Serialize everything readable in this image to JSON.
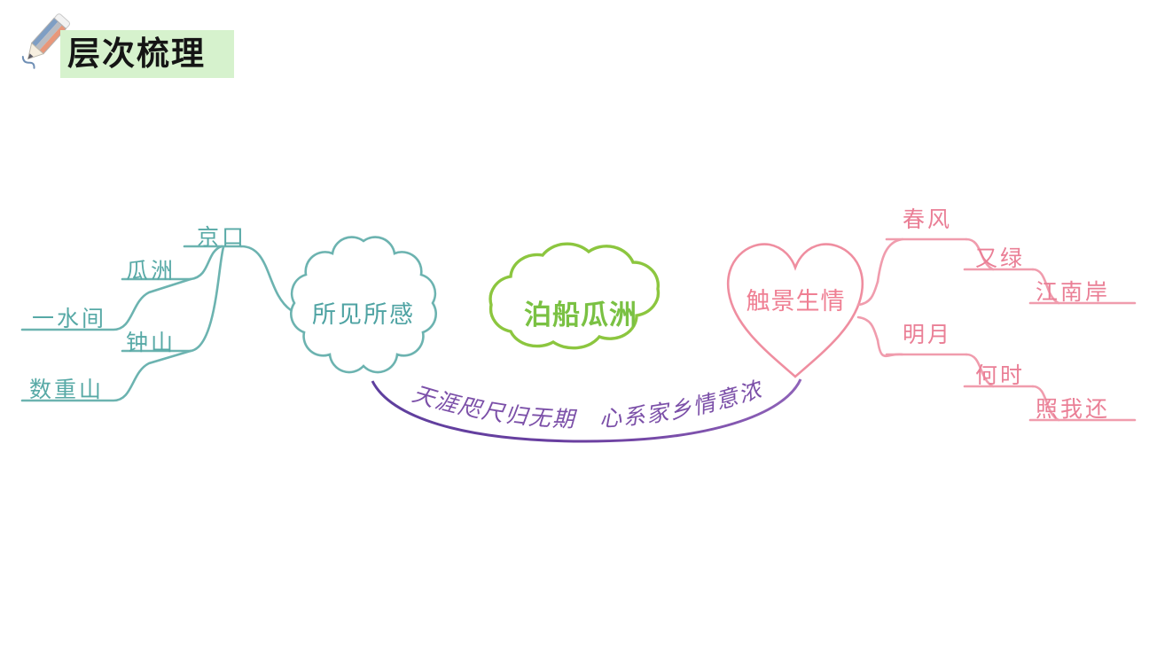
{
  "header": {
    "title": "层次梳理",
    "icon": "pencil-icon",
    "highlight_color": "#d6f2cd",
    "title_color": "#151515"
  },
  "colors": {
    "teal": "#57a9a6",
    "green": "#7ac143",
    "pink": "#ea7f96",
    "purple": "#7b4fa8",
    "background": "#ffffff"
  },
  "center": {
    "label": "泊船瓜洲",
    "shape": "cloud",
    "color": "#7ac143"
  },
  "left": {
    "cloud": {
      "label": "所见所感",
      "shape": "scalloped-cloud",
      "color": "#4fa3a3"
    },
    "branches": [
      {
        "label": "京口",
        "level": 1
      },
      {
        "label": "瓜洲",
        "level": 2
      },
      {
        "label": "一水间",
        "level": 3
      },
      {
        "label": "钟山",
        "level": 2
      },
      {
        "label": "数重山",
        "level": 3
      }
    ]
  },
  "right": {
    "heart": {
      "label": "触景生情",
      "shape": "heart",
      "color": "#ef7f93"
    },
    "branches": [
      {
        "label": "春风",
        "level": 1
      },
      {
        "label": "又绿",
        "level": 2
      },
      {
        "label": "江南岸",
        "level": 3
      },
      {
        "label": "明月",
        "level": 1
      },
      {
        "label": "何时",
        "level": 2
      },
      {
        "label": "照我还",
        "level": 3
      }
    ]
  },
  "bottom_arc": {
    "text": "天涯咫尺归无期　心系家乡情意浓",
    "color": "#7b4fa8"
  }
}
